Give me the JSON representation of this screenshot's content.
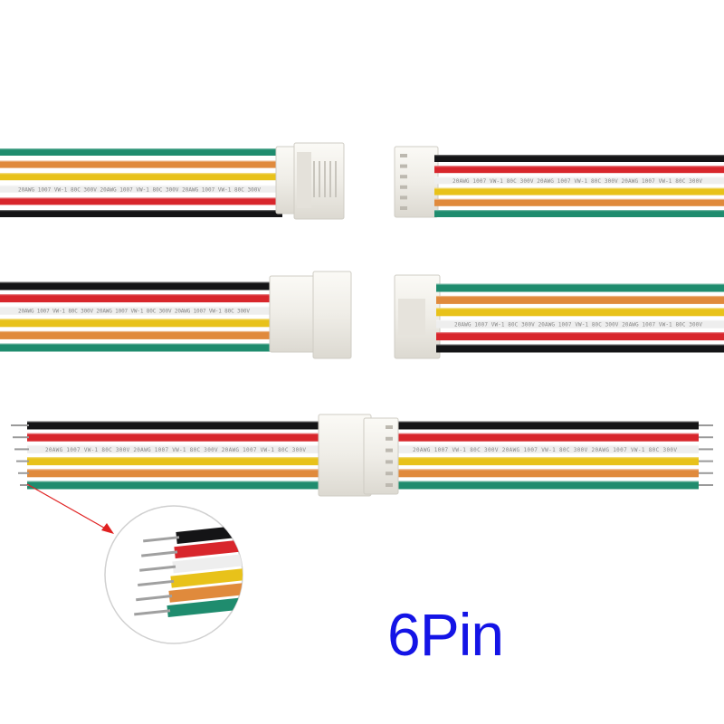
{
  "caption": "6Pin",
  "colors": {
    "black": "#141416",
    "red": "#d8262c",
    "white": "#eeeeee",
    "yellow": "#e8c21a",
    "orange": "#e08a3c",
    "green": "#1f8c6e",
    "connector": "#f1efe9",
    "caption": "#1414e6",
    "arrow": "#e02020"
  },
  "wire_print": "20AWG 1007 VW-1 80C 300V",
  "wire_orders": {
    "row1_left": [
      "green",
      "orange",
      "yellow",
      "white",
      "red",
      "black"
    ],
    "row1_right": [
      "black",
      "red",
      "white",
      "yellow",
      "orange",
      "green"
    ],
    "row2_left": [
      "black",
      "red",
      "white",
      "yellow",
      "orange",
      "green"
    ],
    "row2_right": [
      "green",
      "orange",
      "yellow",
      "white",
      "red",
      "black"
    ],
    "row3": [
      "black",
      "red",
      "white",
      "yellow",
      "orange",
      "green"
    ]
  },
  "icons": [
    "zoom-inset-circle",
    "pointer-arrow"
  ]
}
